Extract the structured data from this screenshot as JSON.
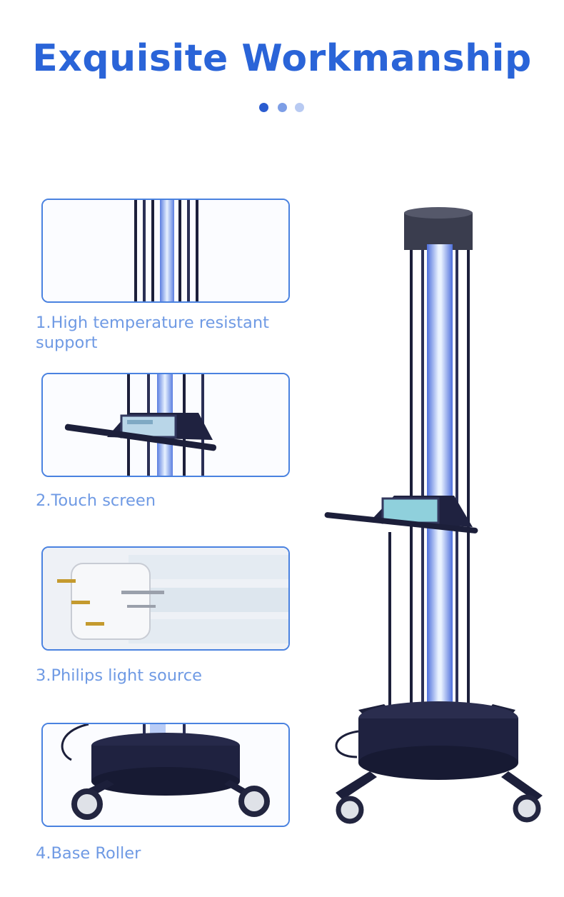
{
  "header": {
    "title": "Exquisite Workmanship"
  },
  "pagination": {
    "dots": 3,
    "active_index": 0
  },
  "features": [
    {
      "caption": "1.High temperature resistant support"
    },
    {
      "caption": "2.Touch screen"
    },
    {
      "caption": "3.Philips light source"
    },
    {
      "caption": "4.Base Roller"
    }
  ],
  "colors": {
    "title": "#2a64d8",
    "caption": "#6f9ae4",
    "panel_border": "#4a82e0",
    "uv_glow": "#7fb2ff",
    "frame_dark": "#1c1f3a"
  }
}
